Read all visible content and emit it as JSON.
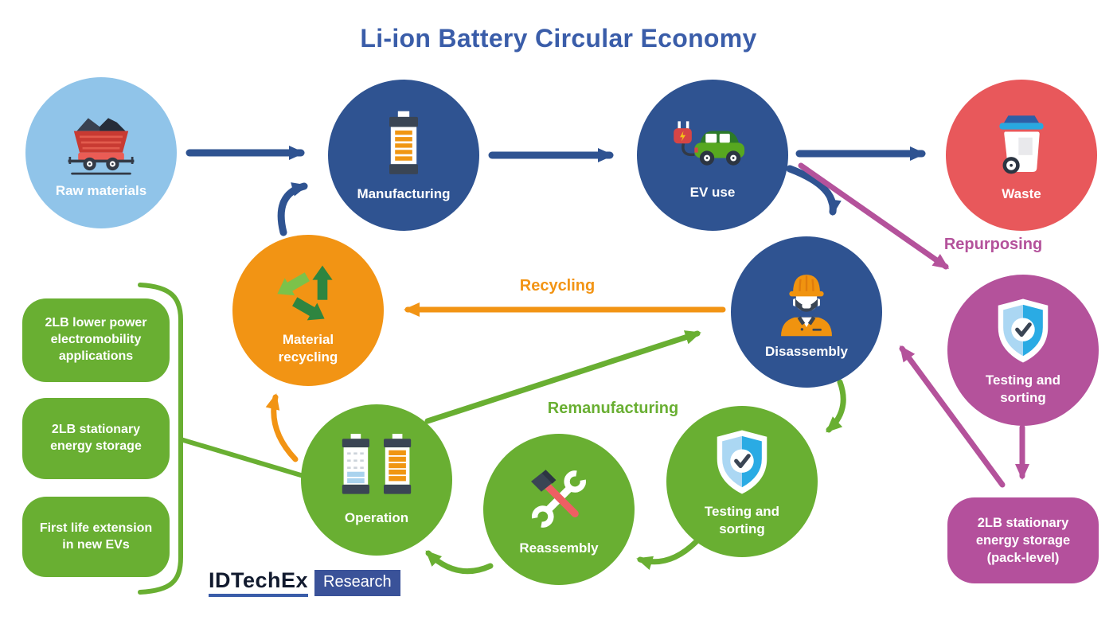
{
  "title": "Li-ion Battery Circular Economy",
  "nodes": {
    "raw_materials": {
      "label": "Raw materials",
      "color": "#90c4e9",
      "icon": "mining-cart-icon"
    },
    "manufacturing": {
      "label": "Manufacturing",
      "color": "#2f5391",
      "icon": "battery-icon"
    },
    "ev_use": {
      "label": "EV use",
      "color": "#2f5391",
      "icon": "ev-car-icon"
    },
    "waste": {
      "label": "Waste",
      "color": "#e8585b",
      "icon": "waste-bin-icon"
    },
    "material_recycling": {
      "label": "Material recycling",
      "color": "#f29414",
      "icon": "recycling-arrows-icon"
    },
    "disassembly": {
      "label": "Disassembly",
      "color": "#2f5391",
      "icon": "worker-icon"
    },
    "testing_sorting_repurposing": {
      "label": "Testing and sorting",
      "color": "#b4529b",
      "icon": "shield-check-icon"
    },
    "operation": {
      "label": "Operation",
      "color": "#69af32",
      "icon": "two-batteries-icon"
    },
    "reassembly": {
      "label": "Reassembly",
      "color": "#69af32",
      "icon": "hammer-wrench-icon"
    },
    "testing_sorting_remanufacturing": {
      "label": "Testing and sorting",
      "color": "#69af32",
      "icon": "shield-check-icon"
    }
  },
  "flow_labels": {
    "recycling": "Recycling",
    "repurposing": "Repurposing",
    "remanufacturing": "Remanufacturing"
  },
  "second_life_boxes": [
    {
      "label": "2LB lower power electromobility applications"
    },
    {
      "label": "2LB stationary energy storage"
    },
    {
      "label": "First life extension in new EVs"
    }
  ],
  "repurposing_box": {
    "label": "2LB stationary energy storage (pack-level)"
  },
  "flows": [
    {
      "from": "Raw materials",
      "to": "Manufacturing",
      "type": "linear",
      "color": "#2f5391"
    },
    {
      "from": "Manufacturing",
      "to": "EV use",
      "type": "linear",
      "color": "#2f5391"
    },
    {
      "from": "EV use",
      "to": "Waste",
      "type": "linear",
      "color": "#2f5391"
    },
    {
      "from": "EV use",
      "to": "Disassembly",
      "type": "linear",
      "color": "#2f5391"
    },
    {
      "from": "Material recycling",
      "to": "Manufacturing",
      "type": "recycling",
      "color": "#2f5391"
    },
    {
      "from": "Disassembly",
      "to": "Material recycling",
      "type": "recycling",
      "color": "#f29414"
    },
    {
      "from": "Operation",
      "to": "Material recycling",
      "type": "recycling",
      "color": "#f29414"
    },
    {
      "from": "EV use",
      "to": "Testing and sorting (repurposing)",
      "type": "repurposing",
      "color": "#b4529b"
    },
    {
      "from": "Testing and sorting (repurposing)",
      "to": "2LB stationary energy storage (pack-level)",
      "type": "repurposing",
      "color": "#b4529b"
    },
    {
      "from": "2LB stationary energy storage (pack-level)",
      "to": "Disassembly",
      "type": "repurposing",
      "color": "#b4529b"
    },
    {
      "from": "Operation",
      "to": "Disassembly",
      "type": "remanufacturing",
      "color": "#69af32"
    },
    {
      "from": "Disassembly",
      "to": "Testing and sorting (remanufacturing)",
      "type": "remanufacturing",
      "color": "#69af32"
    },
    {
      "from": "Testing and sorting (remanufacturing)",
      "to": "Reassembly",
      "type": "remanufacturing",
      "color": "#69af32"
    },
    {
      "from": "Reassembly",
      "to": "Operation",
      "type": "remanufacturing",
      "color": "#69af32"
    },
    {
      "from": "Second life applications bracket",
      "to": "Operation",
      "type": "bracket",
      "color": "#69af32"
    }
  ],
  "logo": {
    "brand": "IDTechEx",
    "division": "Research"
  },
  "colors": {
    "title": "#3a5da9",
    "dark_blue": "#2f5391",
    "light_blue": "#90c4e9",
    "red": "#e8585b",
    "orange": "#f29414",
    "green": "#69af32",
    "magenta": "#b4529b"
  }
}
